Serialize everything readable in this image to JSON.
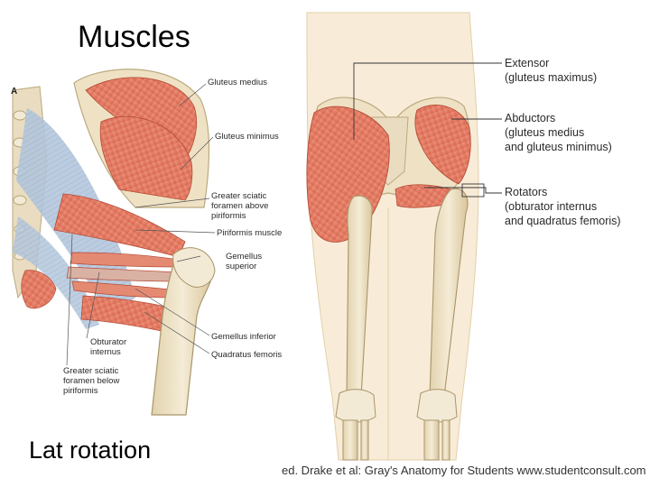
{
  "slide": {
    "title": "Muscles",
    "caption": "Lat rotation"
  },
  "panel_a": {
    "letter": "A",
    "labels": [
      "Gluteus medius",
      "Gluteus minimus",
      "Greater sciatic\nforamen above\npiriformis",
      "Piriformis muscle",
      "Gemellus\nsuperior",
      "Gemellus inferior",
      "Quadratus femoris",
      "Obturator\ninternus",
      "Greater sciatic\nforamen below\npiriformis"
    ]
  },
  "panel_b": {
    "groups": [
      {
        "title": "Extensor",
        "detail": "(gluteus maximus)"
      },
      {
        "title": "Abductors",
        "detail": "(gluteus medius\nand gluteus minimus)"
      },
      {
        "title": "Rotators",
        "detail": "(obturator internus\nand quadratus femoris)"
      }
    ]
  },
  "credit": "ed.  Drake et al: Gray's Anatomy for Students  www.studentconsult.com",
  "colors": {
    "muscle": "#e8806a",
    "muscle_dark": "#c9563f",
    "ligament": "#a9bfd8",
    "bone": "#efe2c4",
    "bone_dark": "#c9b78f",
    "skin": "#f7ead3"
  }
}
